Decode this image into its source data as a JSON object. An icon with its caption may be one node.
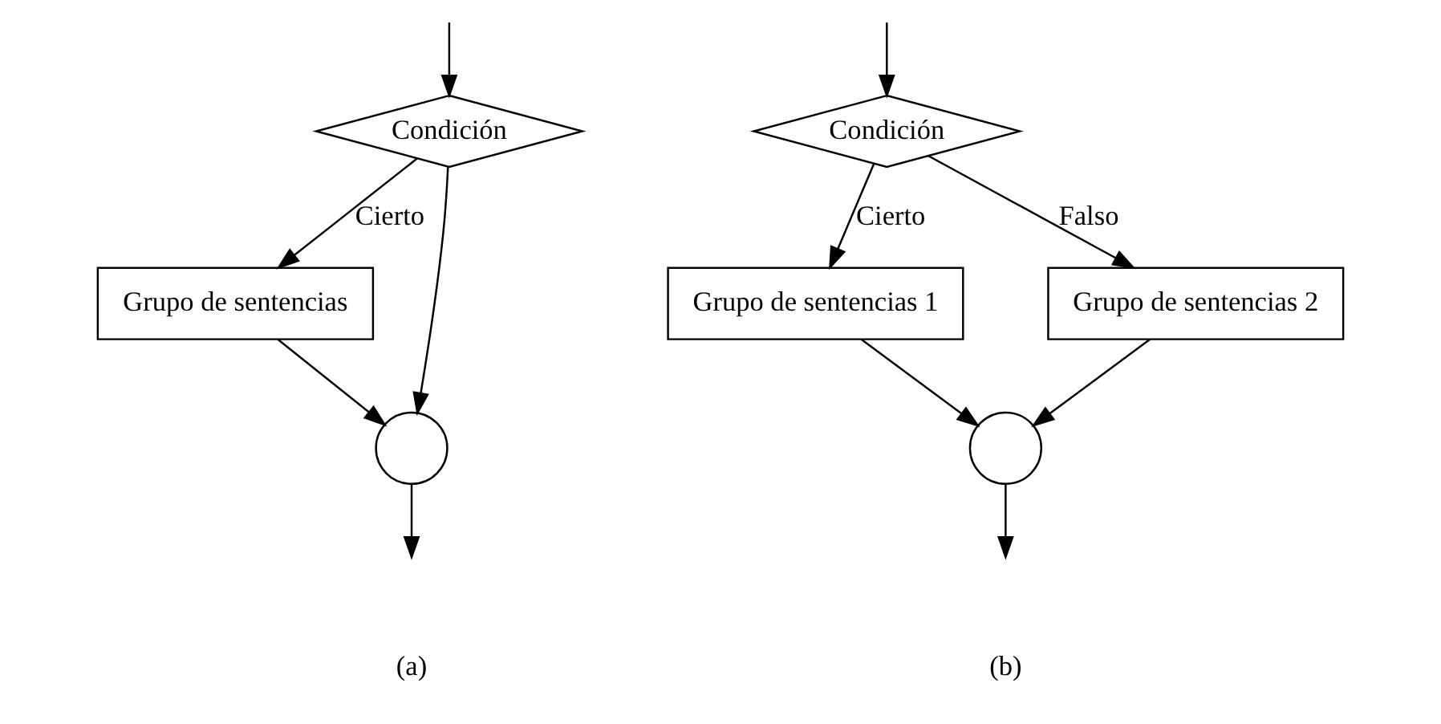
{
  "diagram": {
    "nodes": [
      {
        "text": [
          "Condición"
        ]
      },
      {
        "text": [
          "Grupo de sentencias"
        ]
      },
      {
        "text": [],
        "shape": "circle"
      },
      {
        "text": [
          "Condición"
        ]
      },
      {
        "text": [
          "Grupo de sentencias 1"
        ]
      },
      {
        "text": [
          "Grupo de sentencias 2"
        ]
      },
      {
        "text": [],
        "shape": "circle"
      }
    ],
    "edges": [
      {
        "from": null,
        "to": 0,
        "arrow": "to"
      },
      {
        "from": 0,
        "to": 1,
        "arrow": "to",
        "label": "Cierto"
      },
      {
        "from": 0,
        "to": 2,
        "arrow": "to"
      },
      {
        "from": 1,
        "to": 2,
        "arrow": "to"
      },
      {
        "from": 2,
        "to": null,
        "arrow": "to"
      },
      {
        "from": null,
        "to": 3,
        "arrow": "to"
      },
      {
        "from": 3,
        "to": 4,
        "arrow": "to",
        "label": "Cierto"
      },
      {
        "from": 3,
        "to": 5,
        "arrow": "to",
        "label": "Falso"
      },
      {
        "from": 4,
        "to": 6,
        "arrow": "to"
      },
      {
        "from": 5,
        "to": 6,
        "arrow": "to"
      },
      {
        "from": 6,
        "to": null,
        "arrow": "to"
      }
    ],
    "labels": [
      "(a)",
      "(b)"
    ]
  }
}
